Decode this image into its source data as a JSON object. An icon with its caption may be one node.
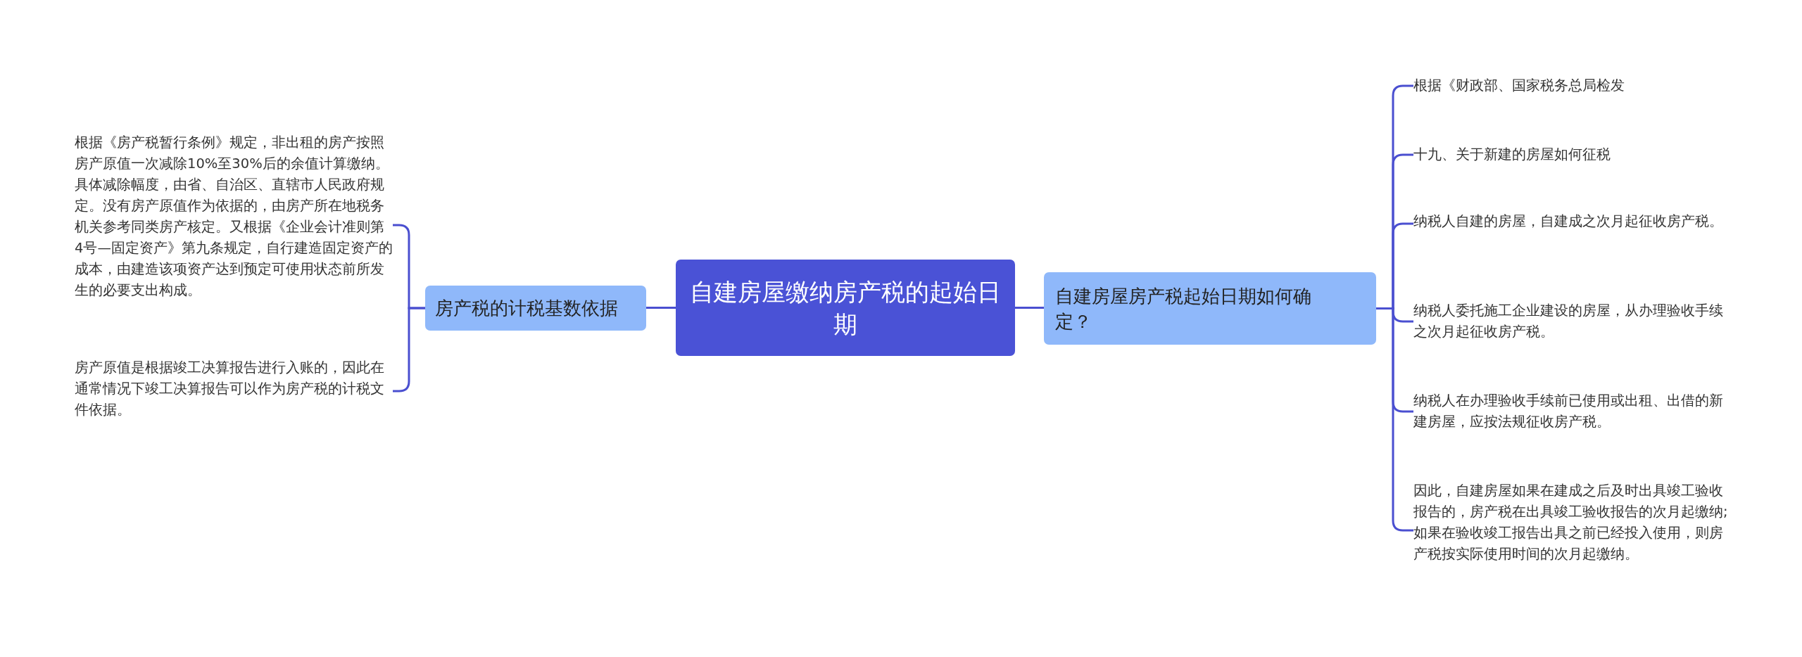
{
  "diagram": {
    "nodes": [
      {
        "text": [
          "自建房屋缴纳房产税的起始日期"
        ]
      },
      {
        "text": [
          "房产税的计税基数依据"
        ]
      },
      {
        "text": [
          "根据《房产税暂行条例》规定，非出租的房产按照房产原值一次减除10%至30%后的余值计算缴纳。具体减除幅度，由省、自治区、直辖市人民政府规定。没有房产原值作为依据的，由房产所在地税务机关参考同类房产核定。又根据《企业会计准则第4号—固定资产》第九条规定，自行建造固定资产的成本，由建造该项资产达到预定可使用状态前所发生的必要支出构成。"
        ]
      },
      {
        "text": [
          "房产原值是根据竣工决算报告进行入账的，因此在通常情况下竣工决算报告可以作为房产税的计税文件依据。"
        ]
      },
      {
        "text": [
          "自建房屋房产税起始日期如何确定？"
        ]
      },
      {
        "text": [
          "根据《财政部、国家税务总局检发"
        ]
      },
      {
        "text": [
          "十九、关于新建的房屋如何征税"
        ]
      },
      {
        "text": [
          "纳税人自建的房屋，自建成之次月起征收房产税。"
        ]
      },
      {
        "text": [
          "纳税人委托施工企业建设的房屋，从办理验收手续之次月起征收房产税。"
        ]
      },
      {
        "text": [
          "纳税人在办理验收手续前已使用或出租、出借的新建房屋，应按法规征收房产税。"
        ]
      },
      {
        "text": [
          "因此，自建房屋如果在建成之后及时出具竣工验收报告的，房产税在出具竣工验收报告的次月起缴纳;如果在验收竣工报告出具之前已经投入使用，则房产税按实际使用时间的次月起缴纳。"
        ]
      }
    ],
    "edges": [
      {
        "from": 0,
        "to": 1,
        "arrow": "none"
      },
      {
        "from": 1,
        "to": 2,
        "arrow": "none"
      },
      {
        "from": 1,
        "to": 3,
        "arrow": "none"
      },
      {
        "from": 0,
        "to": 4,
        "arrow": "none"
      },
      {
        "from": 4,
        "to": 5,
        "arrow": "none"
      },
      {
        "from": 4,
        "to": 6,
        "arrow": "none"
      },
      {
        "from": 4,
        "to": 7,
        "arrow": "none"
      },
      {
        "from": 4,
        "to": 8,
        "arrow": "none"
      },
      {
        "from": 4,
        "to": 9,
        "arrow": "none"
      },
      {
        "from": 4,
        "to": 10,
        "arrow": "none"
      }
    ]
  }
}
